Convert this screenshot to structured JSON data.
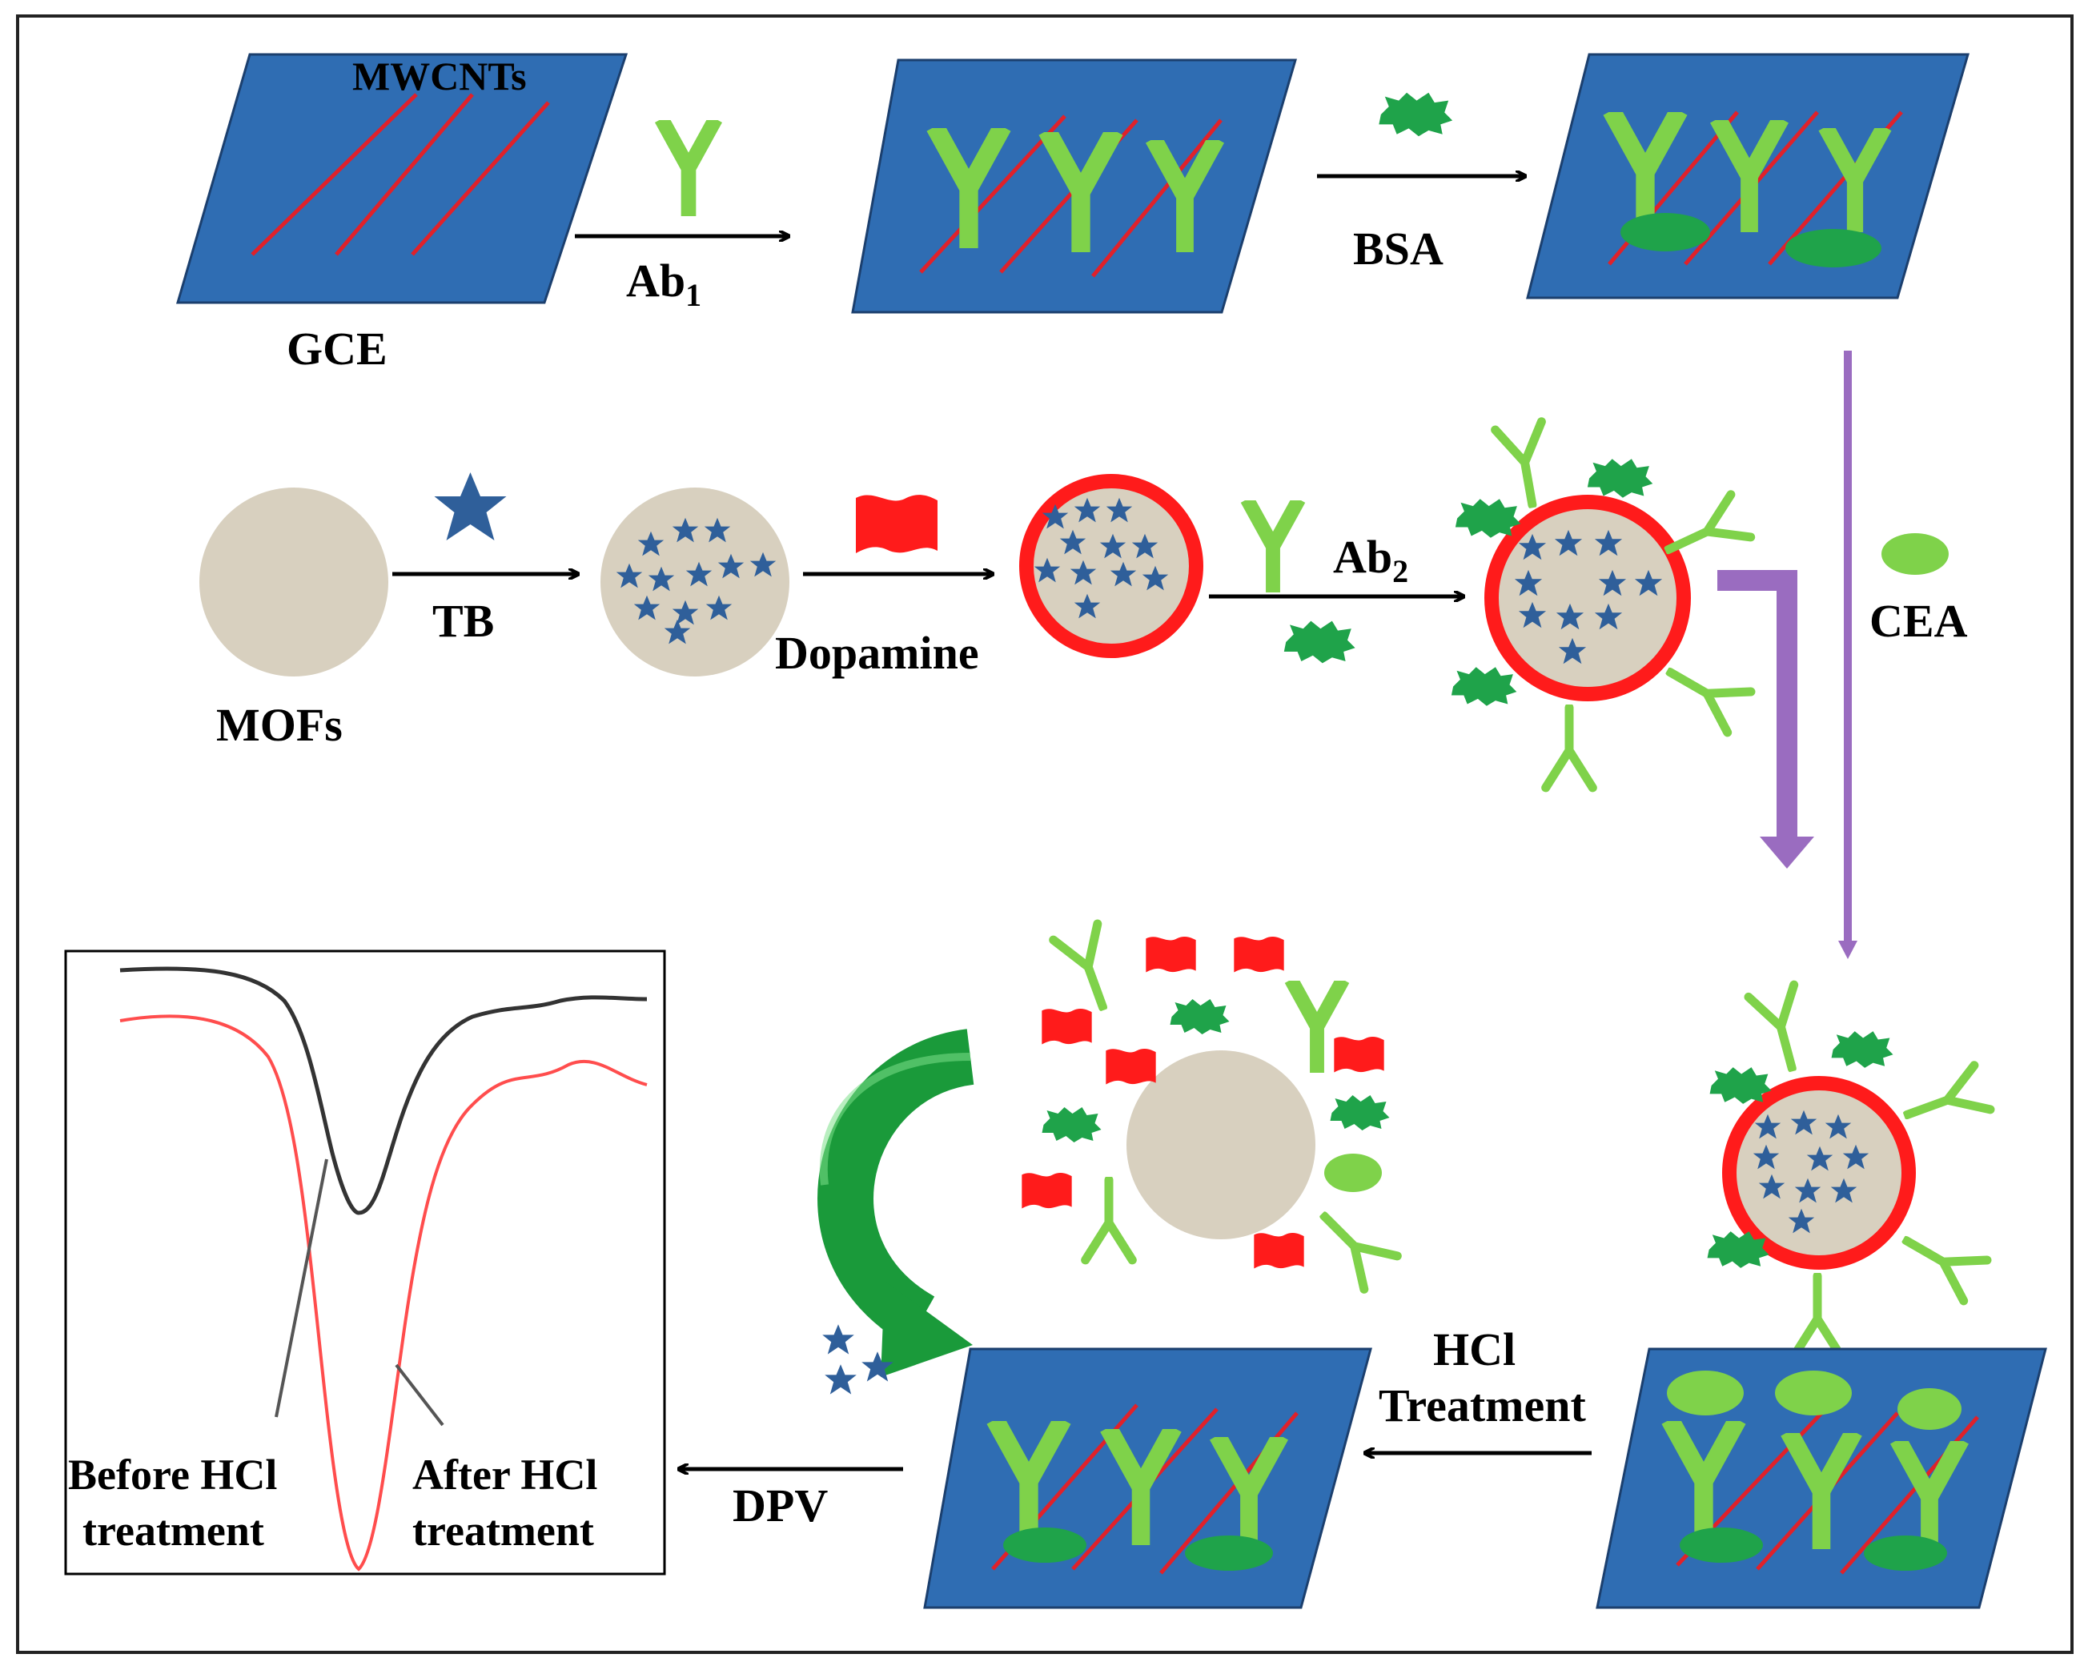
{
  "colors": {
    "electrode": "#2f6db3",
    "electrode_edge": "#1b3f6e",
    "nanotube": "#e0212a",
    "antibody": "#7fd24a",
    "bsa": "#1fa34a",
    "cea": "#7fd24a",
    "mof": "#d8d0bf",
    "polydopamine": "#ff1b1b",
    "tb_star": "#2f5f9a",
    "purple_arrow": "#9a6cc0",
    "green_arrow": "#1a9a3a",
    "before_curve": "#333333",
    "after_curve": "#ff4d4d"
  },
  "labels": {
    "mwcnts": "MWCNTs",
    "gce": "GCE",
    "ab1": "Ab",
    "ab1_sub": "1",
    "bsa": "BSA",
    "tb": "TB",
    "mofs": "MOFs",
    "dopamine": "Dopamine",
    "ab2": "Ab",
    "ab2_sub": "2",
    "cea": "CEA",
    "hcl_line1": "HCl",
    "hcl_line2": "Treatment",
    "dpv": "DPV",
    "before_line1": "Before HCl",
    "before_line2": "treatment",
    "after_line1": "After HCl",
    "after_line2": "treatment"
  },
  "icons": {
    "antibody": "y-shaped-antibody-icon",
    "bsa": "green-blob-icon",
    "cea": "green-ellipse-icon",
    "tb": "blue-star-icon",
    "dopamine": "red-flag-icon"
  }
}
